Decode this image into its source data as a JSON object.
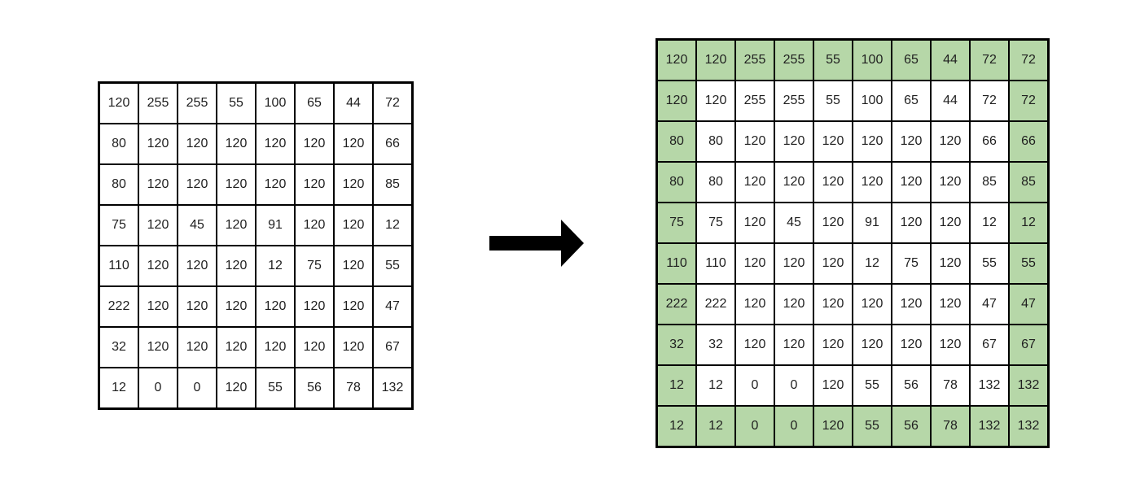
{
  "source_grid": {
    "highlight_border": false,
    "rows": [
      [
        120,
        255,
        255,
        55,
        100,
        65,
        44,
        72
      ],
      [
        80,
        120,
        120,
        120,
        120,
        120,
        120,
        66
      ],
      [
        80,
        120,
        120,
        120,
        120,
        120,
        120,
        85
      ],
      [
        75,
        120,
        45,
        120,
        91,
        120,
        120,
        12
      ],
      [
        110,
        120,
        120,
        120,
        12,
        75,
        120,
        55
      ],
      [
        222,
        120,
        120,
        120,
        120,
        120,
        120,
        47
      ],
      [
        32,
        120,
        120,
        120,
        120,
        120,
        120,
        67
      ],
      [
        12,
        0,
        0,
        120,
        55,
        56,
        78,
        132
      ]
    ]
  },
  "padded_grid": {
    "highlight_border": true,
    "highlight_color": "#b6d7a8",
    "rows": [
      [
        120,
        120,
        255,
        255,
        55,
        100,
        65,
        44,
        72,
        72
      ],
      [
        120,
        120,
        255,
        255,
        55,
        100,
        65,
        44,
        72,
        72
      ],
      [
        80,
        80,
        120,
        120,
        120,
        120,
        120,
        120,
        66,
        66
      ],
      [
        80,
        80,
        120,
        120,
        120,
        120,
        120,
        120,
        85,
        85
      ],
      [
        75,
        75,
        120,
        45,
        120,
        91,
        120,
        120,
        12,
        12
      ],
      [
        110,
        110,
        120,
        120,
        120,
        12,
        75,
        120,
        55,
        55
      ],
      [
        222,
        222,
        120,
        120,
        120,
        120,
        120,
        120,
        47,
        47
      ],
      [
        32,
        32,
        120,
        120,
        120,
        120,
        120,
        120,
        67,
        67
      ],
      [
        12,
        12,
        0,
        0,
        120,
        55,
        56,
        78,
        132,
        132
      ],
      [
        12,
        12,
        0,
        0,
        120,
        55,
        56,
        78,
        132,
        132
      ]
    ]
  },
  "colors": {
    "background": "#ffffff",
    "grid_border": "#000000",
    "cell_text": "#1f1f1f",
    "arrow": "#000000",
    "highlight": "#b6d7a8"
  }
}
